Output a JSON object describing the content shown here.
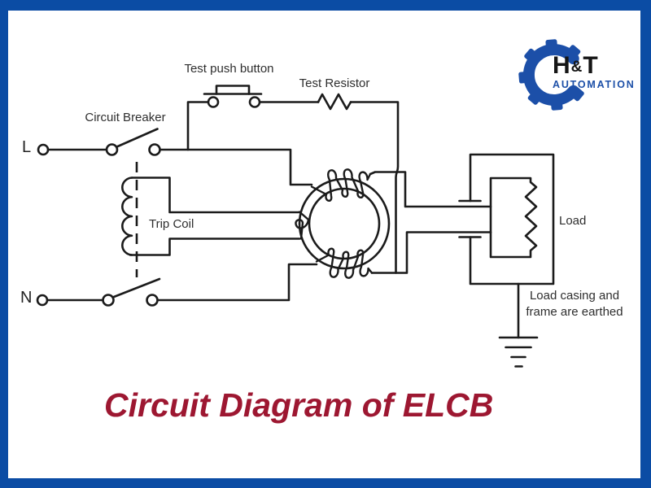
{
  "frame": {
    "border_color": "#0B4CA4",
    "background_color": "#FFFFFF"
  },
  "title": {
    "text": "Circuit Diagram of ELCB",
    "color": "#9D1731"
  },
  "branding": {
    "logo_text_main": [
      "H",
      "&",
      "T"
    ],
    "logo_subtitle": "AUTOMATION",
    "gear_color": "#1C4FA8",
    "subtitle_color": "#1D50A8",
    "text_color": "#151515"
  },
  "diagram": {
    "wire_color": "#1b1b1b",
    "labels": {
      "line": "L",
      "neutral": "N",
      "circuit_breaker": "Circuit Breaker",
      "test_push_button": "Test push button",
      "test_resistor": "Test Resistor",
      "trip_coil": "Trip Coil",
      "load": "Load",
      "earth_note_line1": "Load casing and",
      "earth_note_line2": "frame are earthed"
    }
  }
}
